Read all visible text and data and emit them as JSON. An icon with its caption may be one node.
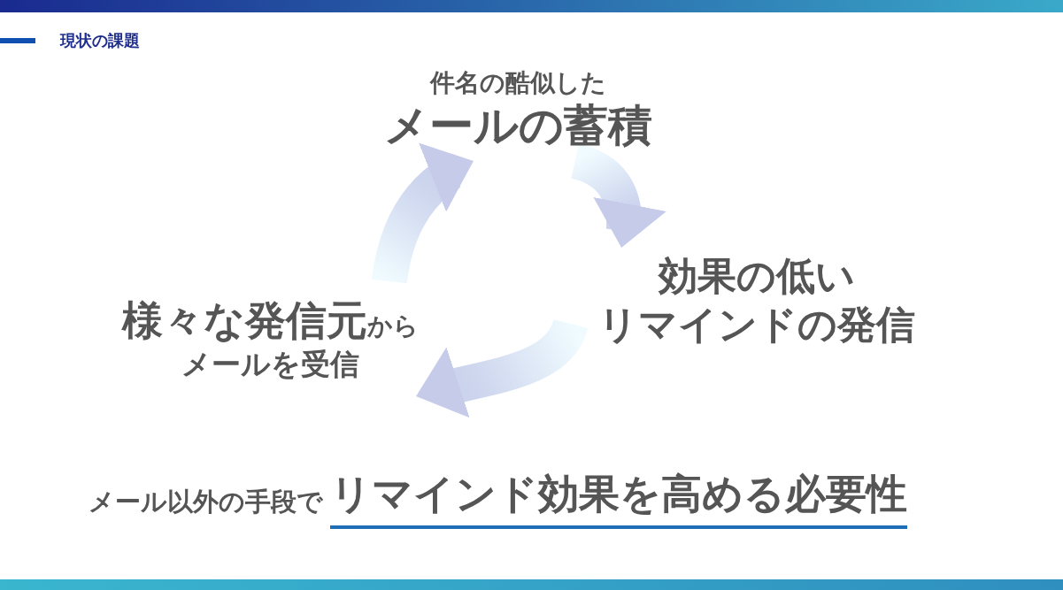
{
  "diagram": {
    "title": "現状の課題",
    "nodes": [
      {
        "text": [
          "件名の酷似した",
          "メールの蓄積"
        ]
      },
      {
        "text": [
          "効果の低い",
          "リマインドの発信"
        ]
      },
      {
        "text": [
          "様々な発信元",
          "から",
          "メールを受信"
        ]
      }
    ],
    "edges": [
      {
        "from": 2,
        "to": 0,
        "arrow": "to",
        "style": "thick"
      },
      {
        "from": 0,
        "to": 1,
        "arrow": "to",
        "style": "thick"
      },
      {
        "from": 1,
        "to": 2,
        "arrow": "to",
        "style": "thick"
      }
    ],
    "labels": [
      "メール以外の手段で",
      "リマインド効果を高める必要性"
    ]
  }
}
